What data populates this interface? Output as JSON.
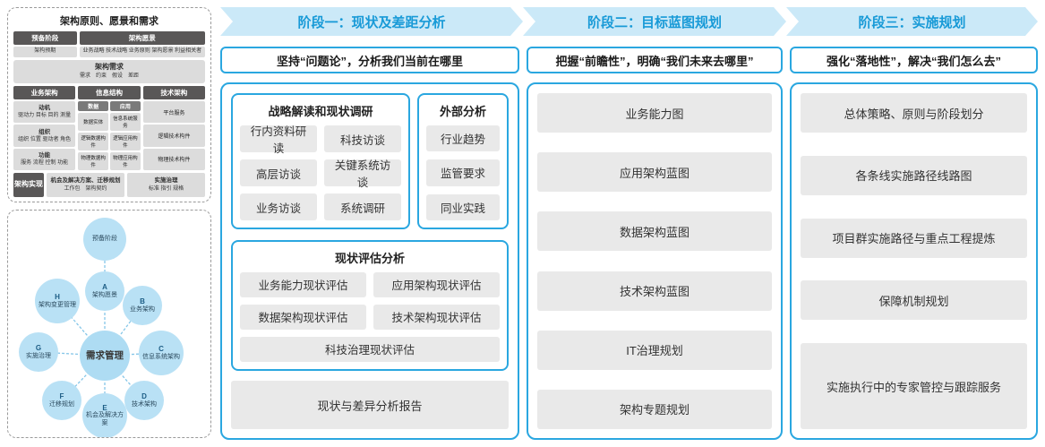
{
  "sidebar": {
    "framework": {
      "title": "架构原则、愿景和需求",
      "prep": {
        "header": "预备阶段",
        "body": "架构预期"
      },
      "vision": {
        "header": "架构愿景",
        "body": "业务战略 技术战略 业务原则 架构愿景 利益相关者"
      },
      "requirements": {
        "header": "架构需求",
        "body": "需求　约束　假设　差距"
      },
      "business": {
        "header": "业务架构",
        "groups": [
          {
            "t": "动机",
            "b": "驱动力 目标 目的 测量"
          },
          {
            "t": "组织",
            "b": "组织 位置 驱动者 角色"
          },
          {
            "t": "功能",
            "b": "服务 流程 控制 功能"
          }
        ]
      },
      "information": {
        "header": "信息结构",
        "data_col": {
          "t": "数据",
          "items": [
            "数据实体",
            "逻辑数据构件",
            "物理数据构件"
          ]
        },
        "app_col": {
          "t": "应用",
          "items": [
            "信息系统服务",
            "逻辑应用构件",
            "物理应用构件"
          ]
        }
      },
      "technology": {
        "header": "技术架构",
        "items": [
          "平台服务",
          "逻辑技术构件",
          "物理技术构件"
        ]
      },
      "implementation": {
        "header": "架构实现",
        "box1": {
          "t": "机会及解决方案、迁移规划",
          "b": "工作包　架构契约"
        },
        "box2": {
          "t": "实施治理",
          "b": "标准 指引 规格"
        }
      }
    },
    "adm": {
      "prep": "预备阶段",
      "center": "需求管理",
      "nodes": [
        {
          "letter": "A",
          "label": "架构愿景"
        },
        {
          "letter": "B",
          "label": "业务架构"
        },
        {
          "letter": "C",
          "label": "信息系统架构"
        },
        {
          "letter": "D",
          "label": "技术架构"
        },
        {
          "letter": "E",
          "label": "机会及解决方案"
        },
        {
          "letter": "F",
          "label": "迁移规划"
        },
        {
          "letter": "G",
          "label": "实施治理"
        },
        {
          "letter": "H",
          "label": "架构变更管理"
        }
      ]
    }
  },
  "phases": [
    {
      "title": "阶段一：现状及差距分析",
      "subtitle": "坚持“问题论”，分析我们当前在哪里"
    },
    {
      "title": "阶段二：目标蓝图规划",
      "subtitle": "把握“前瞻性”，明确“我们未来去哪里”"
    },
    {
      "title": "阶段三：实施规划",
      "subtitle": "强化“落地性”，解决“我们怎么去”"
    }
  ],
  "phase1": {
    "research": {
      "title": "战略解读和现状调研",
      "items": [
        "行内资料研读",
        "科技访谈",
        "高层访谈",
        "关键系统访谈",
        "业务访谈",
        "系统调研"
      ]
    },
    "external": {
      "title": "外部分析",
      "items": [
        "行业趋势",
        "监管要求",
        "同业实践"
      ]
    },
    "assessment": {
      "title": "现状评估分析",
      "items": [
        "业务能力现状评估",
        "应用架构现状评估",
        "数据架构现状评估",
        "技术架构现状评估"
      ],
      "full_item": "科技治理现状评估"
    },
    "report": "现状与差异分析报告"
  },
  "phase2": {
    "items": [
      "业务能力图",
      "应用架构蓝图",
      "数据架构蓝图",
      "技术架构蓝图",
      "IT治理规划",
      "架构专题规划"
    ]
  },
  "phase3": {
    "items": [
      "总体策略、原则与阶段划分",
      "各条线实施路径线路图",
      "项目群实施路径与重点工程提炼",
      "保障机制规划",
      "实施执行中的专家管控与跟踪服务"
    ]
  },
  "colors": {
    "accent": "#2aa7e0",
    "arrow_bg": "#cbe9f8",
    "item_bg": "#e9e9e9",
    "dark_header": "#595757"
  }
}
